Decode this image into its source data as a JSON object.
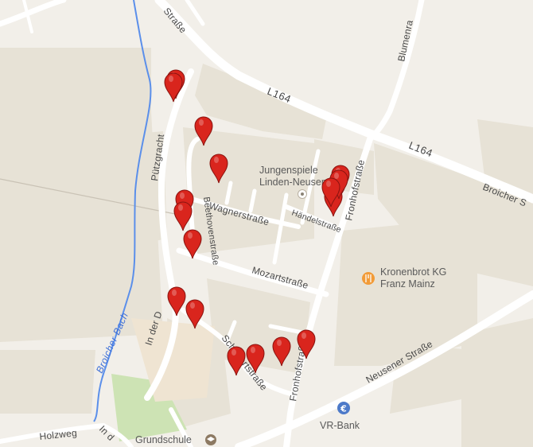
{
  "map": {
    "colors": {
      "land": "#f2efe9",
      "block": "#e7e2d6",
      "road": "#ffffff",
      "water": "#5b8fea",
      "green": "#cde3b4",
      "school": "#efe4d2",
      "marker": "#d9251d",
      "marker_dark": "#8a1410"
    },
    "roads": {
      "strasse_top": "Straße",
      "l164_a": "L164",
      "l164_b": "L164",
      "blumenr": "Blumenra",
      "fronhof_north": "Fronhofstraße",
      "fronhof_south": "Fronhofstraße",
      "broicher": "Broicher S",
      "puetzgracht": "Pützgracht",
      "beethoven": "Beethovenstraße",
      "wagner": "Wagnerstraße",
      "haendel": "Händelstraße",
      "mozart": "Mozartstraße",
      "in_der_d": "In der D",
      "schubert": "Schubertstraße",
      "neusener": "Neusener Straße",
      "holzweg": "Holzweg",
      "in_de": "In d"
    },
    "water": {
      "broicher_bach": "Broicher Bach"
    },
    "pois": {
      "jungenspiele_l1": "Jungenspiele",
      "jungenspiele_l2": "Linden-Neusen",
      "kronenbrot_l1": "Kronenbrot KG",
      "kronenbrot_l2": "Franz Mainz",
      "vr_bank": "VR-Bank",
      "grundschule": "Grundschule",
      "kronenbrot_icon": "restaurant-icon",
      "vr_bank_icon": "bank-icon",
      "grundschule_icon": "school-icon"
    },
    "marker_count": 18
  }
}
